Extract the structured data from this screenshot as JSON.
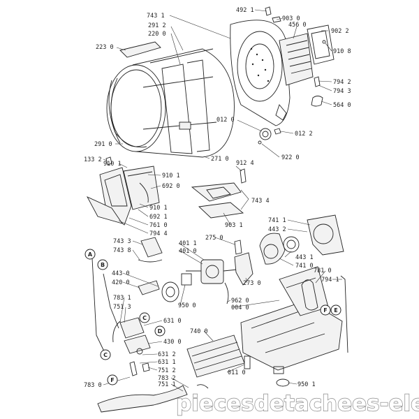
{
  "labels": [
    {
      "id": "l1",
      "text": "743 1"
    },
    {
      "id": "l2",
      "text": "291 2"
    },
    {
      "id": "l3",
      "text": "220 0"
    },
    {
      "id": "l4",
      "text": "223 0"
    },
    {
      "id": "l5",
      "text": "492 1"
    },
    {
      "id": "l6",
      "text": "903 0"
    },
    {
      "id": "l7",
      "text": "456 0"
    },
    {
      "id": "l8",
      "text": "902 2"
    },
    {
      "id": "l9",
      "text": "910 8"
    },
    {
      "id": "l10",
      "text": "794 2"
    },
    {
      "id": "l11",
      "text": "794 3"
    },
    {
      "id": "l12",
      "text": "564 0"
    },
    {
      "id": "l13",
      "text": "012 0"
    },
    {
      "id": "l14",
      "text": "012 2"
    },
    {
      "id": "l15",
      "text": "922 0"
    },
    {
      "id": "l16",
      "text": "291 0"
    },
    {
      "id": "l17",
      "text": "271 0"
    },
    {
      "id": "l18",
      "text": "133 2"
    },
    {
      "id": "l19",
      "text": "910 1"
    },
    {
      "id": "l20",
      "text": "910 1"
    },
    {
      "id": "l21",
      "text": "692 0"
    },
    {
      "id": "l22",
      "text": "912 4"
    },
    {
      "id": "l23",
      "text": "743 4"
    },
    {
      "id": "l24",
      "text": "903 1"
    },
    {
      "id": "l25",
      "text": "910 1"
    },
    {
      "id": "l26",
      "text": "692 1"
    },
    {
      "id": "l27",
      "text": "761 0"
    },
    {
      "id": "l28",
      "text": "794 4"
    },
    {
      "id": "l29",
      "text": "741 1"
    },
    {
      "id": "l30",
      "text": "443 2"
    },
    {
      "id": "l31",
      "text": "743 3"
    },
    {
      "id": "l32",
      "text": "743 8"
    },
    {
      "id": "l33",
      "text": "401 1"
    },
    {
      "id": "l34",
      "text": "401 0"
    },
    {
      "id": "l35",
      "text": "275 0"
    },
    {
      "id": "l36",
      "text": "443 1"
    },
    {
      "id": "l37",
      "text": "741 0"
    },
    {
      "id": "l38",
      "text": "781 0"
    },
    {
      "id": "l39",
      "text": "794 1"
    },
    {
      "id": "l40",
      "text": "443 0"
    },
    {
      "id": "l41",
      "text": "420 0"
    },
    {
      "id": "l42",
      "text": "273 0"
    },
    {
      "id": "l43",
      "text": "783 1"
    },
    {
      "id": "l44",
      "text": "751 3"
    },
    {
      "id": "l45",
      "text": "950 0"
    },
    {
      "id": "l46",
      "text": "962 0"
    },
    {
      "id": "l47",
      "text": "004 0"
    },
    {
      "id": "l48",
      "text": "631 0"
    },
    {
      "id": "l49",
      "text": "740 0"
    },
    {
      "id": "l50",
      "text": "430 0"
    },
    {
      "id": "l51",
      "text": "631 2"
    },
    {
      "id": "l52",
      "text": "631 1"
    },
    {
      "id": "l53",
      "text": "751 2"
    },
    {
      "id": "l54",
      "text": "011 0"
    },
    {
      "id": "l55",
      "text": "783 0"
    },
    {
      "id": "l56",
      "text": "783 2"
    },
    {
      "id": "l57",
      "text": "751 1"
    },
    {
      "id": "l58",
      "text": "950 1"
    }
  ],
  "callouts": [
    {
      "id": "cA",
      "text": "A"
    },
    {
      "id": "cB",
      "text": "B"
    },
    {
      "id": "cC",
      "text": "C"
    },
    {
      "id": "cD",
      "text": "D"
    },
    {
      "id": "cC2",
      "text": "C"
    },
    {
      "id": "cF",
      "text": "F"
    },
    {
      "id": "cF2",
      "text": "F"
    },
    {
      "id": "cE",
      "text": "E"
    }
  ],
  "watermark": "piecesdetachees-elec.com",
  "colors": {
    "line": "#222222",
    "background": "#ffffff",
    "watermark_outline": "#8a8a8a"
  }
}
